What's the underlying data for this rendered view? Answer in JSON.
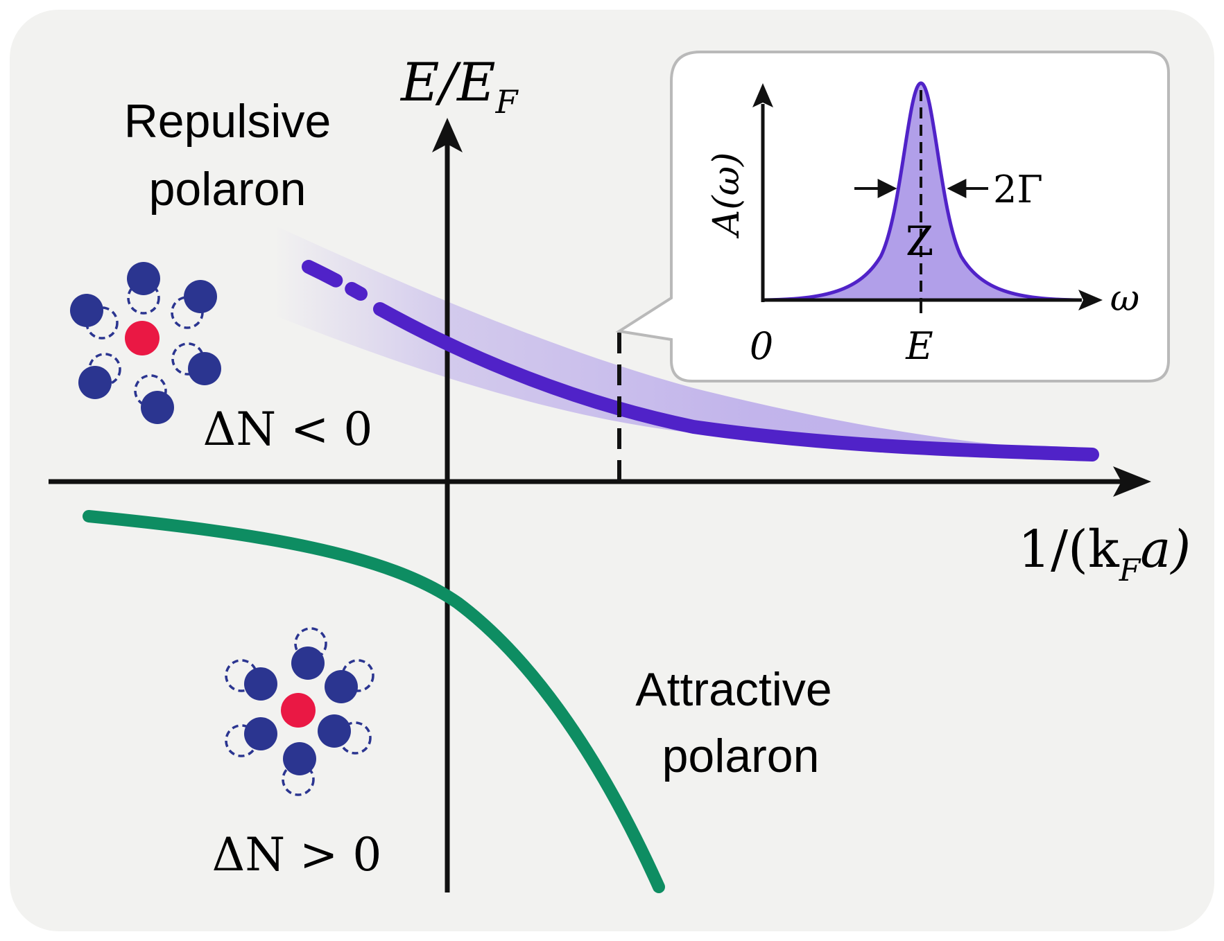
{
  "colors": {
    "panel_background": "#f2f2f0",
    "repulsive_curve": "#5022c8",
    "repulsive_band": "#b9a9ea",
    "attractive_curve": "#0e8d62",
    "atom": "#2b3590",
    "impurity": "#ea1844",
    "inset_fill": "#ad9ae8",
    "inset_border": "#b9b9b9",
    "axis": "#111111"
  },
  "axes": {
    "y_label_main": "E/E",
    "y_label_sub": "F",
    "x_label_prefix": "1/(k",
    "x_label_sub": "F",
    "x_label_suffix": "a)"
  },
  "repulsive": {
    "label_line1": "Repulsive",
    "label_line2": "polaron",
    "delta_n": "ΔN < 0"
  },
  "attractive": {
    "label_line1": "Attractive",
    "label_line2": "polaron",
    "delta_n": "ΔN > 0"
  },
  "inset": {
    "y_label": "A(ω)",
    "x_label": "ω",
    "tick_zero": "0",
    "tick_e": "E",
    "width_label": "2Γ",
    "weight_label": "Z"
  }
}
